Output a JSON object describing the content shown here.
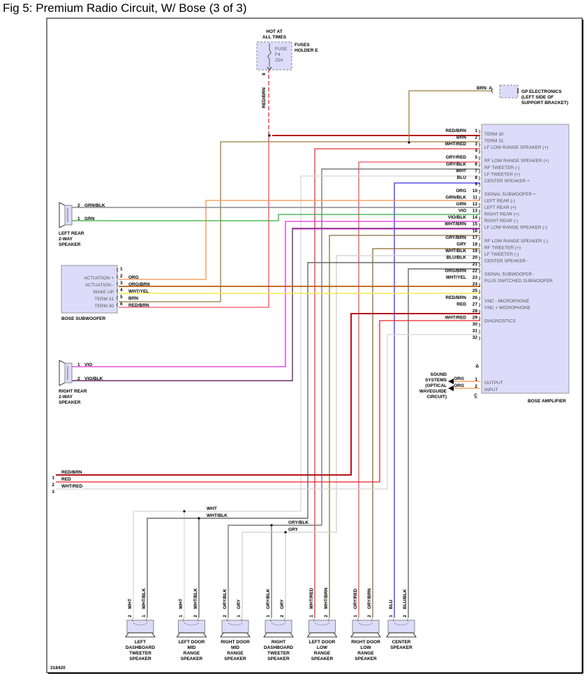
{
  "title": "Fig 5: Premium Radio Circuit, W/ Bose (3 of 3)",
  "figure_id": "318420",
  "colors": {
    "RED/BRN": "#b5121b",
    "BRN": "#9c7b3c",
    "WHT/RED": "#e8303a",
    "GRY/RED": "#f0505a",
    "GRY/BLK": "#7a7a7a",
    "WHT": "#d8d8d8",
    "BLU": "#3a2ee8",
    "ORG": "#f5924a",
    "GRN/BLK": "#8a8a8a",
    "GRN": "#2fae3a",
    "VIO": "#e030e0",
    "VIO/BLK": "#6a2a6a",
    "WHT/BRN": "#8a7040",
    "GRY/BRN": "#8a6a30",
    "GRY": "#cfcfcf",
    "WHT/BLK": "#6a6a6a",
    "BLU/BLK": "#6a6a6a",
    "ORG/BRN": "#c05a10",
    "WHT/YEL": "#f5e84a",
    "RED": "#e8202a",
    "fuse_feed": "#ff6a7a",
    "component_fill": "#dcdcfa"
  },
  "fuse": {
    "header": [
      "HOT AT",
      "ALL TIMES"
    ],
    "name": [
      "FUSES",
      "HOLDER E"
    ],
    "inner": [
      "FUSE",
      "F4",
      "25A"
    ],
    "pin": "8",
    "wire": "RED/BRN"
  },
  "gp_electronics": {
    "wire": "BRN",
    "pin": "A",
    "label": [
      "GP ELECTRONICS",
      "(LEFT SIDE OF",
      "SUPPORT BRACKET)"
    ]
  },
  "amplifier": {
    "name": "BOSE AMPLIFIER",
    "pins": [
      {
        "pin": "1",
        "wire": "RED/BRN",
        "func": "TERM 30"
      },
      {
        "pin": "2",
        "wire": "BRN",
        "func": "TERM 31"
      },
      {
        "pin": "3",
        "wire": "WHT/RED",
        "func": "LF LOW RANGE SPEAKER (+)"
      },
      {
        "pin": "4",
        "wire": "",
        "func": ""
      },
      {
        "pin": "5",
        "wire": "GRY/RED",
        "func": "RF LOW RANGE SPEAKER (+)"
      },
      {
        "pin": "6",
        "wire": "GRY/BLK",
        "func": "RF TWEETER (-)"
      },
      {
        "pin": "7",
        "wire": "WHT",
        "func": "LF TWEETER (+)"
      },
      {
        "pin": "8",
        "wire": "BLU",
        "func": "CENTER SPEAKER +"
      },
      {
        "pin": "9",
        "wire": "",
        "func": ""
      },
      {
        "pin": "10",
        "wire": "ORG",
        "func": "SIGNAL SUBWOOFER +"
      },
      {
        "pin": "11",
        "wire": "GRN/BLK",
        "func": "LEFT REAR (-)"
      },
      {
        "pin": "12",
        "wire": "GRN",
        "func": "LEFT REAR (+)"
      },
      {
        "pin": "13",
        "wire": "VIO",
        "func": "RIGHT REAR (+)"
      },
      {
        "pin": "14",
        "wire": "VIO/BLK",
        "func": "RIGHT REAR (-)"
      },
      {
        "pin": "15",
        "wire": "WHT/BRN",
        "func": "LF LOW RANGE SPEAKER (-)"
      },
      {
        "pin": "16",
        "wire": "",
        "func": ""
      },
      {
        "pin": "17",
        "wire": "GRY/BRN",
        "func": "RF LOW RANGE SPEAKER (-)"
      },
      {
        "pin": "18",
        "wire": "GRY",
        "func": "RF TWEETER (+)"
      },
      {
        "pin": "19",
        "wire": "WHT/BLK",
        "func": "LF TWEETER (-)"
      },
      {
        "pin": "20",
        "wire": "BLU/BLK",
        "func": "CENTER SPEAKER -"
      },
      {
        "pin": "21",
        "wire": "",
        "func": ""
      },
      {
        "pin": "22",
        "wire": "ORG/BRN",
        "func": "SIGNAL SUBWOOFER -"
      },
      {
        "pin": "23",
        "wire": "WHT/YEL",
        "func": "PLUS SWITCHED SUBWOOFER"
      },
      {
        "pin": "24",
        "wire": "",
        "func": ""
      },
      {
        "pin": "25",
        "wire": "",
        "func": ""
      },
      {
        "pin": "26",
        "wire": "RED/BRN",
        "func": "VNC - MICROPHONE"
      },
      {
        "pin": "27",
        "wire": "RED",
        "func": "VNC + MICROPHONE"
      },
      {
        "pin": "28",
        "wire": "",
        "func": ""
      },
      {
        "pin": "29",
        "wire": "WHT/RED",
        "func": "DIAGNOSTICS"
      },
      {
        "pin": "30",
        "wire": "",
        "func": ""
      },
      {
        "pin": "31",
        "wire": "",
        "func": ""
      },
      {
        "pin": "32",
        "wire": "",
        "func": ""
      }
    ],
    "connector_a": "A",
    "optical": {
      "connector": "C",
      "pins": [
        {
          "pin": "1",
          "wire": "ORG",
          "func": "OUTPUT"
        },
        {
          "pin": "2",
          "wire": "ORG",
          "func": "INPUT"
        }
      ],
      "label": [
        "SOUND",
        "SYSTEMS",
        "(OPTICAL",
        "WAVEGUIDE",
        "CIRCUIT)"
      ]
    }
  },
  "left_rear_speaker": {
    "label": [
      "LEFT REAR",
      "2-WAY",
      "SPEAKER"
    ],
    "pins": [
      {
        "pin": "2",
        "wire": "GRN/BLK"
      },
      {
        "pin": "1",
        "wire": "GRN"
      }
    ]
  },
  "subwoofer": {
    "name": "BOSE SUBWOOFER",
    "pins": [
      {
        "pin": "1",
        "wire": "",
        "func": ""
      },
      {
        "pin": "2",
        "wire": "ORG",
        "func": "ACTUATION +"
      },
      {
        "pin": "3",
        "wire": "ORG/BRN",
        "func": "ACTUATION -"
      },
      {
        "pin": "4",
        "wire": "WHT/YEL",
        "func": "WAKE UP"
      },
      {
        "pin": "5",
        "wire": "BRN",
        "func": "TERM 31"
      },
      {
        "pin": "6",
        "wire": "RED/BRN",
        "func": "TERM 30"
      }
    ]
  },
  "right_rear_speaker": {
    "label": [
      "RIGHT REAR",
      "2-WAY",
      "SPEAKER"
    ],
    "pins": [
      {
        "pin": "1",
        "wire": "VIO"
      },
      {
        "pin": "2",
        "wire": "VIO/BLK"
      }
    ]
  },
  "microphone_connector": {
    "pins": [
      {
        "pin": "1",
        "wire": "RED/BRN"
      },
      {
        "pin": "2",
        "wire": "RED"
      },
      {
        "pin": "3",
        "wire": "WHT/RED"
      }
    ]
  },
  "splices": [
    {
      "wire": "WHT"
    },
    {
      "wire": "WHT/BLK"
    },
    {
      "wire": "GRY/BLK"
    },
    {
      "wire": "GRY"
    }
  ],
  "bottom_speakers": [
    {
      "label": [
        "LEFT",
        "DASHBOARD",
        "TWEETER",
        "SPEAKER"
      ],
      "pins": [
        {
          "pin": "2",
          "wire": "WHT"
        },
        {
          "pin": "1",
          "wire": "WHT/BLK"
        }
      ]
    },
    {
      "label": [
        "LEFT DOOR",
        "MID",
        "RANGE",
        "SPEAKER"
      ],
      "pins": [
        {
          "pin": "1",
          "wire": "WHT"
        },
        {
          "pin": "2",
          "wire": "WHT/BLK"
        }
      ]
    },
    {
      "label": [
        "RIGHT DOOR",
        "MID",
        "RANGE",
        "SPEAKER"
      ],
      "pins": [
        {
          "pin": "2",
          "wire": "GRY/BLK"
        },
        {
          "pin": "1",
          "wire": "GRY"
        }
      ]
    },
    {
      "label": [
        "RIGHT",
        "DASHBOARD",
        "TWEETER",
        "SPEAKER"
      ],
      "pins": [
        {
          "pin": "1",
          "wire": "GRY/BLK"
        },
        {
          "pin": "2",
          "wire": "GRY"
        }
      ]
    },
    {
      "label": [
        "LEFT DOOR",
        "LOW",
        "RANGE",
        "SPEAKER"
      ],
      "pins": [
        {
          "pin": "1",
          "wire": "WHT/RED"
        },
        {
          "pin": "2",
          "wire": "WHT/BRN"
        }
      ]
    },
    {
      "label": [
        "RIGHT DOOR",
        "LOW",
        "RANGE",
        "SPEAKER"
      ],
      "pins": [
        {
          "pin": "1",
          "wire": "GRY/RED"
        },
        {
          "pin": "2",
          "wire": "GRY/BRN"
        }
      ]
    },
    {
      "label": [
        "CENTER",
        "SPEAKER"
      ],
      "pins": [
        {
          "pin": "1",
          "wire": "BLU"
        },
        {
          "pin": "2",
          "wire": "BLU/BLK"
        }
      ]
    }
  ]
}
